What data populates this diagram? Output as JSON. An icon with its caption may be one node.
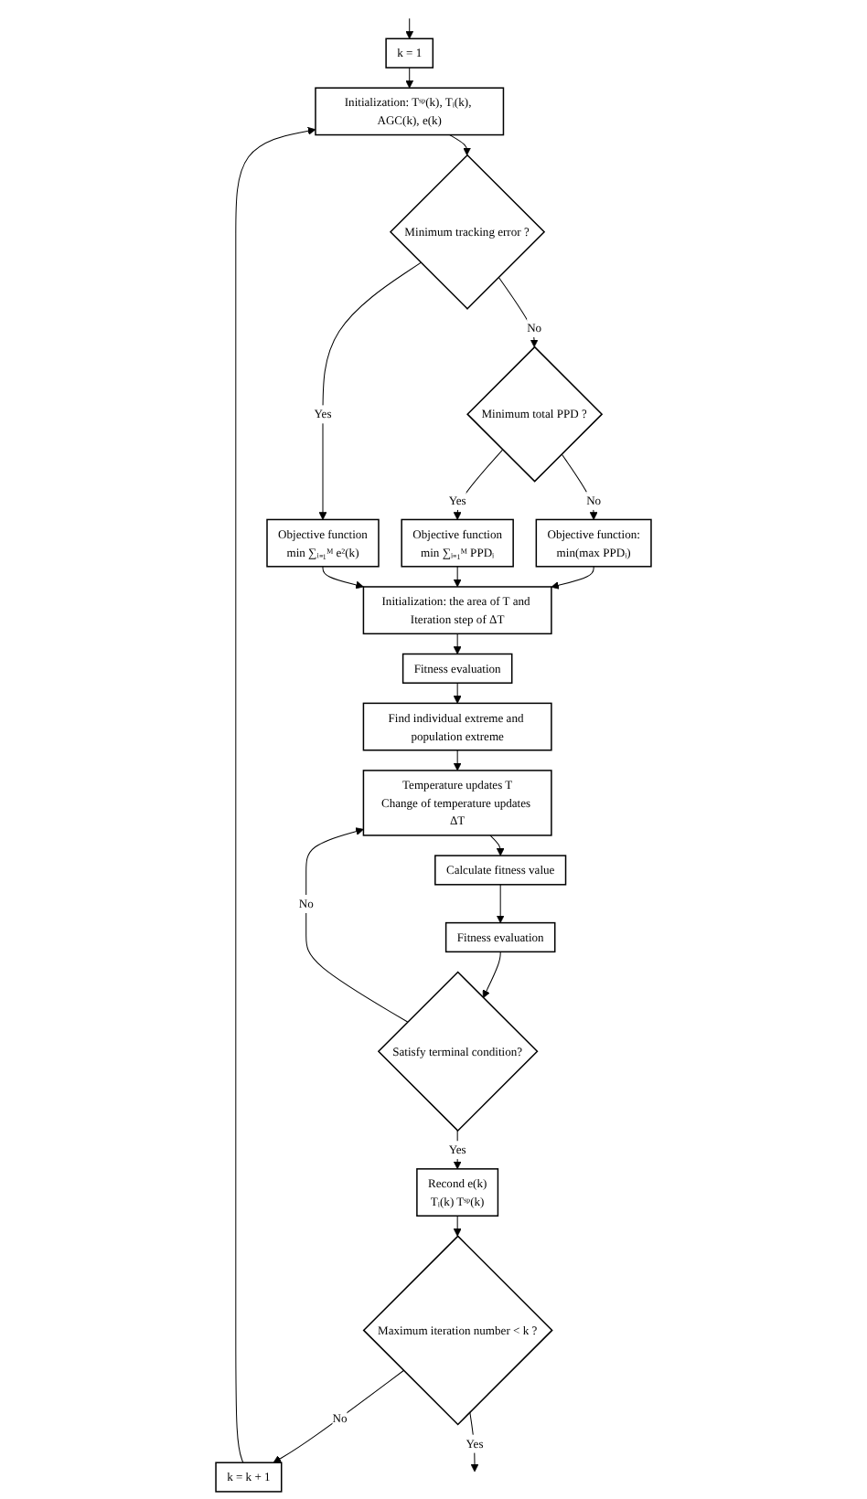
{
  "diagram": {
    "nodes": [
      {
        "text": [
          "k = 1"
        ]
      },
      {
        "text": [
          "Initialization: Tˢᵖ(k), Tᵢ(k), AGC(k), e(k)"
        ]
      },
      {
        "text": [
          "Minimum tracking error ?"
        ]
      },
      {
        "text": [
          "Objective function",
          "min ∑ᵢ₌₁ᴹ e²(k)"
        ]
      },
      {
        "text": [
          "Minimum total PPD ?"
        ]
      },
      {
        "text": [
          "Objective function:",
          "min(max PPDᵢ)"
        ]
      },
      {
        "text": [
          "Objective function",
          "min ∑ᵢ₌₁ᴹ PPDᵢ"
        ]
      },
      {
        "text": [
          "Initialization: the area of T and Iteration step of ΔT"
        ]
      },
      {
        "text": [
          "Fitness evaluation"
        ]
      },
      {
        "text": [
          "Find individual extreme and population extreme"
        ]
      },
      {
        "text": [
          "Temperature updates T",
          "Change of temperature updates ΔT"
        ]
      },
      {
        "text": [
          "Calculate fitness value"
        ]
      },
      {
        "text": [
          "Fitness evaluation"
        ]
      },
      {
        "text": [
          "Satisfy terminal condition?"
        ]
      },
      {
        "text": [
          "Recond e(k)",
          "Tᵢ(k) Tˢᵖ(k)"
        ]
      },
      {
        "text": [
          "Maximum iteration number < k ?"
        ]
      },
      {
        "text": [
          "k = k + 1"
        ]
      }
    ],
    "edges": [
      {
        "from": null,
        "to": 0,
        "arrow": "to"
      },
      {
        "from": 0,
        "to": 1,
        "arrow": "to"
      },
      {
        "from": 16,
        "to": 1,
        "arrow": "to"
      },
      {
        "from": 1,
        "to": 2,
        "arrow": "to"
      },
      {
        "from": 2,
        "to": 3,
        "arrow": "to",
        "label": "Yes"
      },
      {
        "from": 2,
        "to": 4,
        "arrow": "to",
        "label": "No"
      },
      {
        "from": 4,
        "to": 6,
        "arrow": "to",
        "label": "Yes"
      },
      {
        "from": 4,
        "to": 5,
        "arrow": "to",
        "label": "No"
      },
      {
        "from": 5,
        "to": 7,
        "arrow": "to"
      },
      {
        "from": 6,
        "to": 7,
        "arrow": "to"
      },
      {
        "from": 3,
        "to": 7,
        "arrow": "to"
      },
      {
        "from": 7,
        "to": 8,
        "arrow": "to"
      },
      {
        "from": 8,
        "to": 9,
        "arrow": "to"
      },
      {
        "from": 9,
        "to": 10,
        "arrow": "to"
      },
      {
        "from": 13,
        "to": 10,
        "arrow": "to",
        "label": "No"
      },
      {
        "from": 10,
        "to": 11,
        "arrow": "to"
      },
      {
        "from": 11,
        "to": 12,
        "arrow": "to"
      },
      {
        "from": 12,
        "to": 13,
        "arrow": "to"
      },
      {
        "from": 13,
        "to": 14,
        "arrow": "to",
        "label": "Yes"
      },
      {
        "from": 14,
        "to": 15,
        "arrow": "to"
      },
      {
        "from": 15,
        "to": 16,
        "arrow": "to",
        "label": "No"
      },
      {
        "from": 15,
        "to": null,
        "arrow": "to",
        "label": "Yes"
      }
    ]
  }
}
